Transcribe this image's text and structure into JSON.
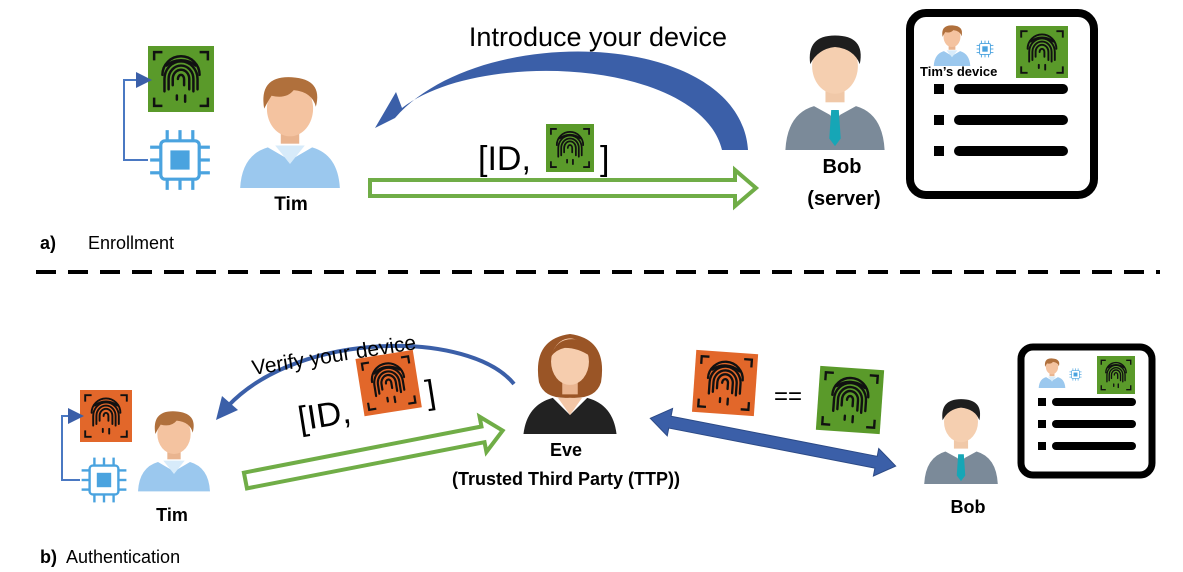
{
  "section_a": {
    "letter": "a)",
    "title": "Enrollment",
    "arrow_label": "Introduce your device",
    "message_open": "[ID,",
    "message_close": "]",
    "tim_label": "Tim",
    "bob_label_line1": "Bob",
    "bob_label_line2": "(server)",
    "db_card_label": "Tim’s device"
  },
  "section_b": {
    "letter": "b)",
    "title": "Authentication",
    "arrow_label": "Verify your device",
    "message_open": "[ID,",
    "message_close": "]",
    "tim_label": "Tim",
    "eve_label_line1": "Eve",
    "eve_label_line2": "(Trusted Third Party (TTP))",
    "compare_symbol": "==",
    "bob_label": "Bob"
  },
  "colors": {
    "fingerprint_green": "#5a9a2a",
    "fingerprint_orange": "#e2672a",
    "arrow_blue": "#3b5fa8",
    "arrow_green": "#70ad47",
    "chip_blue": "#4aa3df",
    "divider": "#000000"
  },
  "icons": [
    "fingerprint-icon",
    "chip-icon",
    "person-icon",
    "database-card-icon",
    "double-arrow-icon"
  ]
}
